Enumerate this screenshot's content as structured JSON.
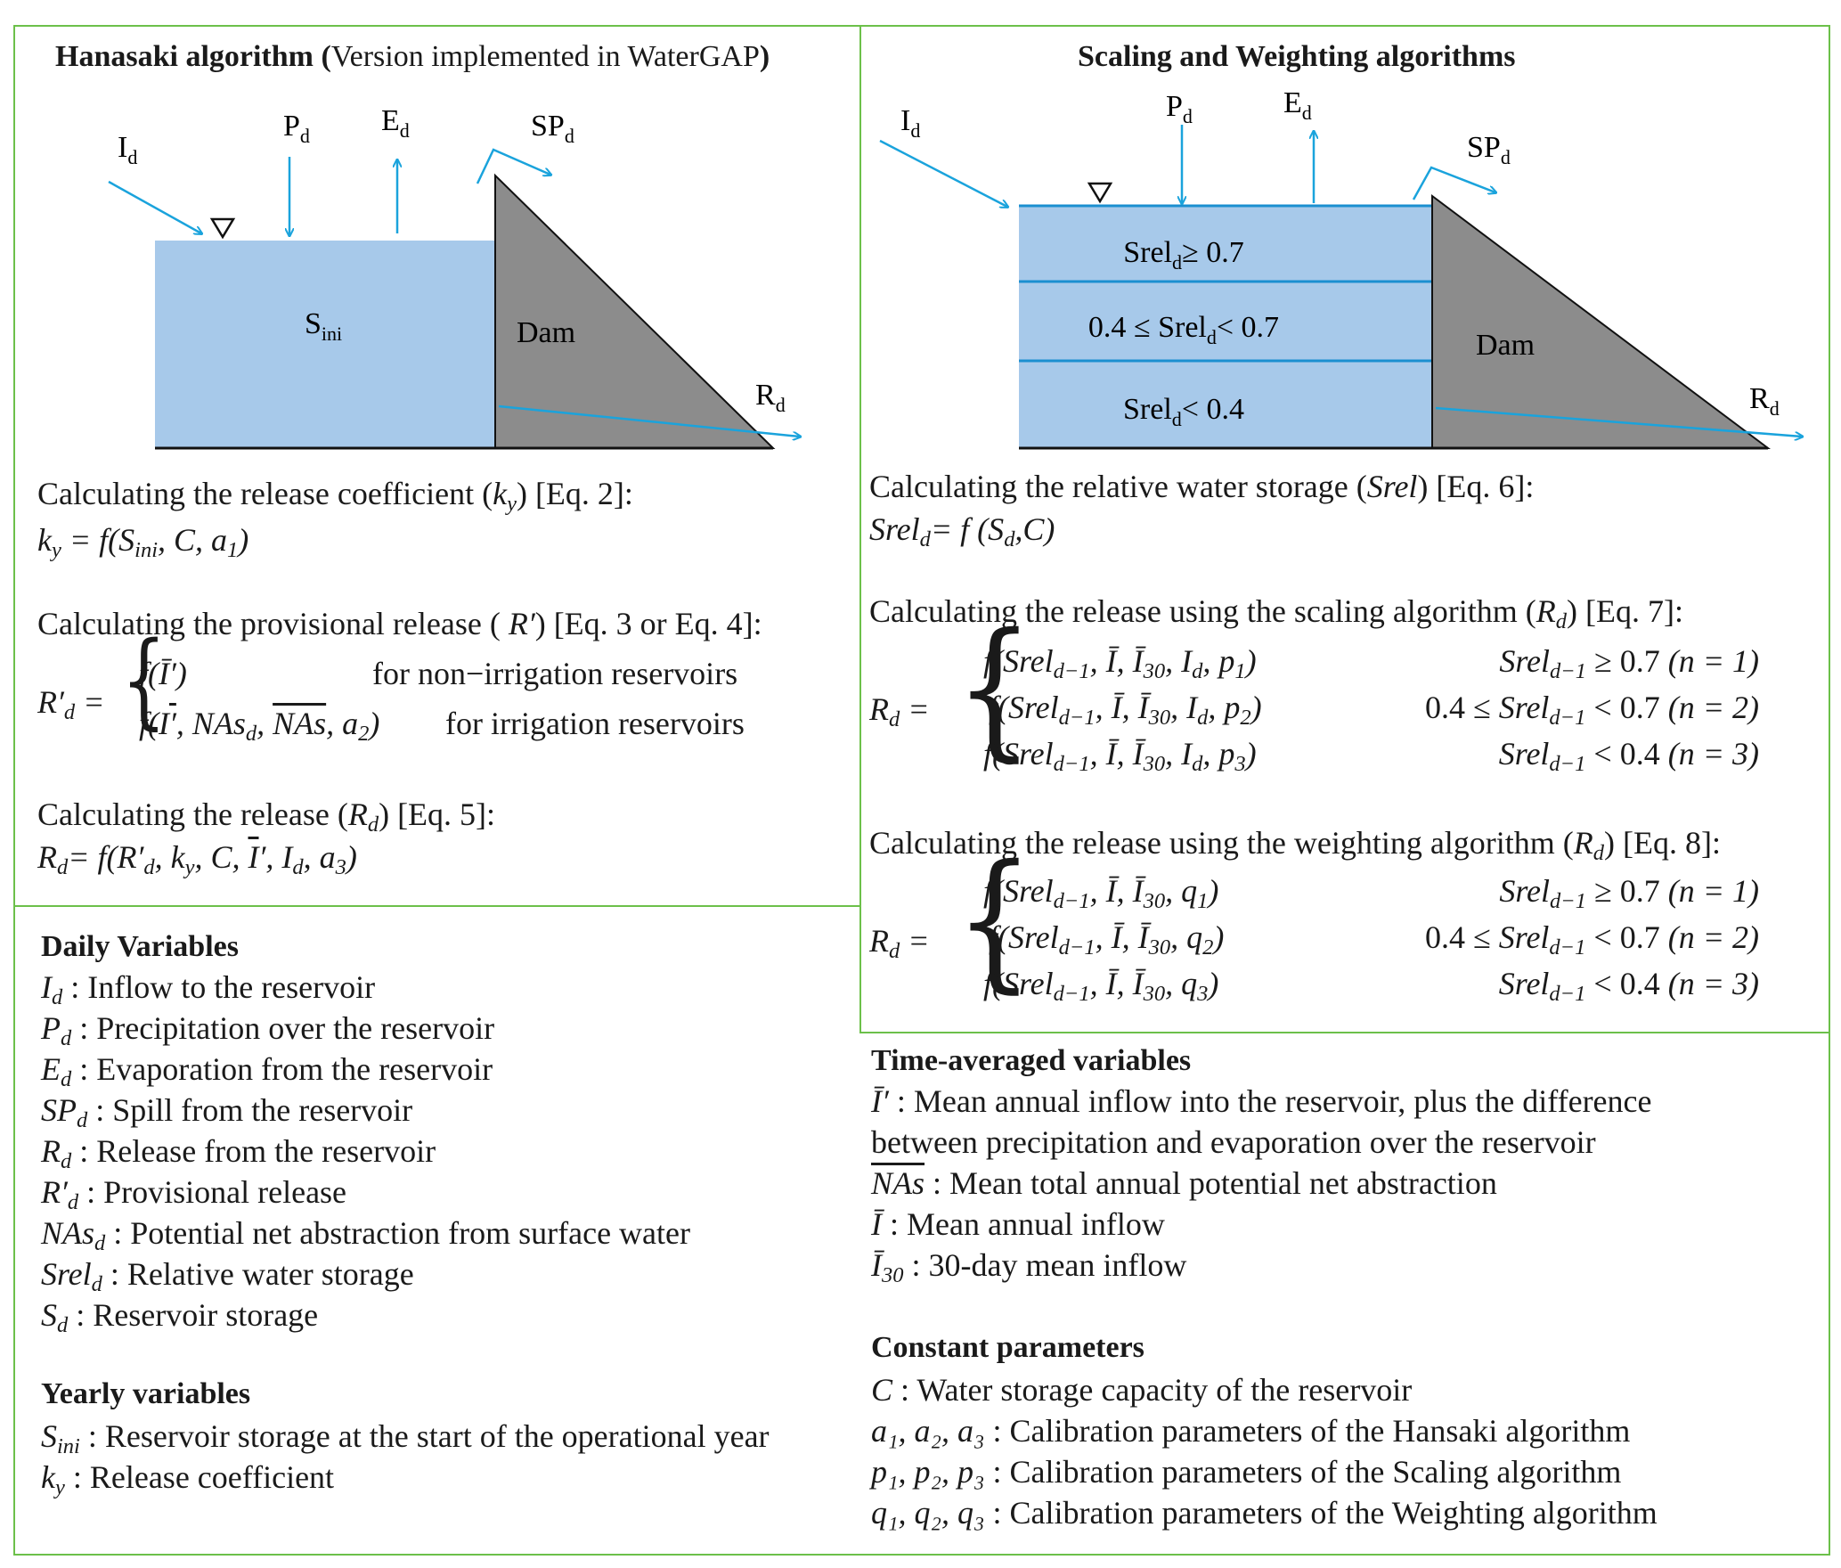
{
  "left_panel": {
    "title_bold": "Hanasaki algorithm (",
    "title_normal": "Version implemented in WaterGAP",
    "title_close": ")",
    "labels": {
      "inflow": "I",
      "inflow_sub": "d",
      "precip": "P",
      "precip_sub": "d",
      "evap": "E",
      "evap_sub": "d",
      "spill": "SP",
      "spill_sub": "d",
      "storage": "S",
      "storage_sub": "ini",
      "dam": "Dam",
      "release": "R",
      "release_sub": "d"
    },
    "eq2_text": "Calculating the release coefficient (",
    "eq2_var": "k",
    "eq2_var_sub": "y",
    "eq2_ref": ") [Eq. 2]:",
    "eq2_formula": "k",
    "eq2_formula_rest": "= f(S",
    "eq2_formula_sub": "ini",
    "eq2_formula_args": ", C, a",
    "eq2_formula_a_sub": "1",
    "eq2_formula_close": ")",
    "eq34_text": "Calculating the provisional release ( ",
    "eq34_var": "R′",
    "eq34_ref": ") [Eq. 3 or Eq. 4]:",
    "eq34_case1": "f(Ī′)",
    "eq34_case1_cond": "for non−irrigation reservoirs",
    "eq34_case2": "f(I′, NAs, NAs, a₂)",
    "eq34_case2_cond": "for irrigation reservoirs",
    "eq5_text": "Calculating the release (",
    "eq5_ref": ") [Eq. 5]:",
    "eq5_formula": "= f(R′, k, C, Ī′, I, a₃)"
  },
  "right_panel": {
    "title": "Scaling and Weighting algorithms",
    "labels": {
      "inflow": "I",
      "inflow_sub": "d",
      "precip": "P",
      "precip_sub": "d",
      "evap": "E",
      "evap_sub": "d",
      "spill": "SP",
      "spill_sub": "d",
      "dam": "Dam",
      "release": "R",
      "release_sub": "d",
      "zone1": "Srel",
      "zone1_cond": "≥ 0.7",
      "zone2_pre": "0.4 ≤ ",
      "zone2": "Srel",
      "zone2_cond": "< 0.7",
      "zone3": "Srel",
      "zone3_cond": "< 0.4",
      "zone_sub": "d"
    },
    "eq6_text": "Calculating the relative water storage (",
    "eq6_var": "Srel",
    "eq6_ref": ") [Eq. 6]:",
    "eq6_formula": "Srel",
    "eq6_formula_rest": "= f (S",
    "eq6_formula_args": ",C)",
    "eq7_text": "Calculating the release using the scaling algorithm (",
    "eq7_ref": ") [Eq. 7]:",
    "eq8_text": "Calculating the release using the weighting algorithm (",
    "eq8_ref": ") [Eq. 8]:",
    "scaling_rows": [
      {
        "f": "f(Srel",
        "args": ", Ī, Ī",
        "tail": ", I",
        "p": "p",
        "idx": "1",
        "cond": "Srel",
        "cond_rest": "≥ 0.7",
        "n": "(n = 1)"
      },
      {
        "f": "f(Srel",
        "args": ", Ī, Ī",
        "tail": ", I",
        "p": "p",
        "idx": "2",
        "cond_pre": "0.4 ≤ ",
        "cond": "Srel",
        "cond_rest": "< 0.7",
        "n": "(n = 2)"
      },
      {
        "f": "f(Srel",
        "args": ", Ī, Ī",
        "tail": ", I",
        "p": "p",
        "idx": "3",
        "cond": "Srel",
        "cond_rest": "< 0.4",
        "n": "(n = 3)"
      }
    ],
    "weighting_rows": [
      {
        "f": "f(Srel",
        "args": ", Ī, Ī",
        "q": "q",
        "idx": "1",
        "cond": "Srel",
        "cond_rest": "≥ 0.7",
        "n": "(n = 1)"
      },
      {
        "f": "f(Srel",
        "args": ", Ī, Ī",
        "q": "q",
        "idx": "2",
        "cond_pre": "0.4 ≤ ",
        "cond": "Srel",
        "cond_rest": "< 0.7",
        "n": "(n = 2)"
      },
      {
        "f": "f(Srel",
        "args": ", Ī, Ī",
        "q": "q",
        "idx": "3",
        "cond": "Srel",
        "cond_rest": "< 0.4",
        "n": "(n = 3)"
      }
    ]
  },
  "daily": {
    "title": "Daily Variables",
    "items": [
      {
        "sym": "I",
        "sub": "d",
        "text": ": Inflow to the reservoir"
      },
      {
        "sym": "P",
        "sub": "d",
        "text": ": Precipitation over the reservoir"
      },
      {
        "sym": "E",
        "sub": "d",
        "text": ": Evaporation from the reservoir"
      },
      {
        "sym": "SP",
        "sub": "d",
        "text": ": Spill from the reservoir"
      },
      {
        "sym": "R",
        "sub": "d",
        "text": ": Release from the reservoir"
      },
      {
        "sym": "R′",
        "sub": "d",
        "text": ": Provisional release"
      },
      {
        "sym": "NAs",
        "sub": "d",
        "text": ": Potential net abstraction from surface water"
      },
      {
        "sym": "Srel",
        "sub": "d",
        "text": ": Relative water storage"
      },
      {
        "sym": "S",
        "sub": "d",
        "text": ": Reservoir storage"
      }
    ]
  },
  "yearly": {
    "title": "Yearly variables",
    "items": [
      {
        "sym": "S",
        "sub": "ini",
        "text": ": Reservoir storage at the start of the operational year"
      },
      {
        "sym": "k",
        "sub": "y",
        "text": ": Release coefficient"
      }
    ]
  },
  "time_avg": {
    "title": "Time-averaged variables",
    "items": [
      {
        "sym": "Ī′",
        "text": ": Mean annual inflow into the reservoir, plus the difference"
      },
      {
        "sym": "",
        "text": "between precipitation and evaporation over the reservoir"
      },
      {
        "sym": "NAs",
        "text": ": Mean total annual potential net abstraction"
      },
      {
        "sym": "Ī",
        "text": ": Mean annual inflow"
      },
      {
        "sym": "Ī",
        "sub": "30",
        "text": ": 30-day mean inflow"
      }
    ]
  },
  "constants": {
    "title": "Constant parameters",
    "items": [
      {
        "sym": "C",
        "text": ": Water storage capacity of the reservoir"
      },
      {
        "sym": "a₁, a₂, a₃",
        "text": ": Calibration parameters of the Hansaki algorithm"
      },
      {
        "sym": "p₁, p₂, p₃",
        "text": ": Calibration parameters of the Scaling algorithm"
      },
      {
        "sym": "q₁, q₂, q₃",
        "text": ": Calibration parameters of the Weighting algorithm"
      }
    ]
  },
  "colors": {
    "water": "#a7c9ea",
    "dam": "#8c8c8c",
    "arrow": "#1aa3dc",
    "frame": "#6cc04a",
    "zone_line": "#1b8fd0"
  }
}
